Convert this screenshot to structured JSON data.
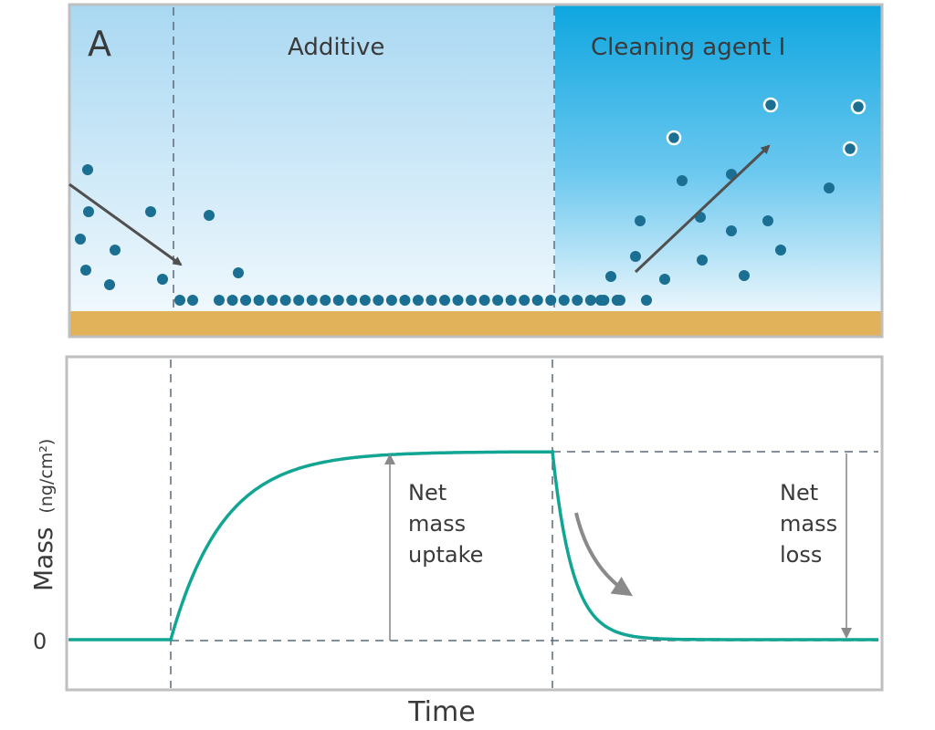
{
  "top_panel": {
    "panel_letter": "A",
    "stage_additive": "Additive",
    "stage_cleaning": "Cleaning agent I"
  },
  "bottom_panel": {
    "y_axis_label": "Mass",
    "y_axis_unit": "(ng/cm²)",
    "y_zero_tick": "0",
    "x_axis_label": "Time",
    "annotation_uptake": [
      "Net",
      "mass",
      "uptake"
    ],
    "annotation_loss": [
      "Net",
      "mass",
      "loss"
    ]
  },
  "colors": {
    "trace": "#12a594",
    "substrate": "#e2b25a",
    "particle": "#1a6f93",
    "arrow_dark": "#505050",
    "arrow_grey": "#888888",
    "sky_top": "#a9d8f2",
    "cleaning_top": "#0ea6e0"
  }
}
